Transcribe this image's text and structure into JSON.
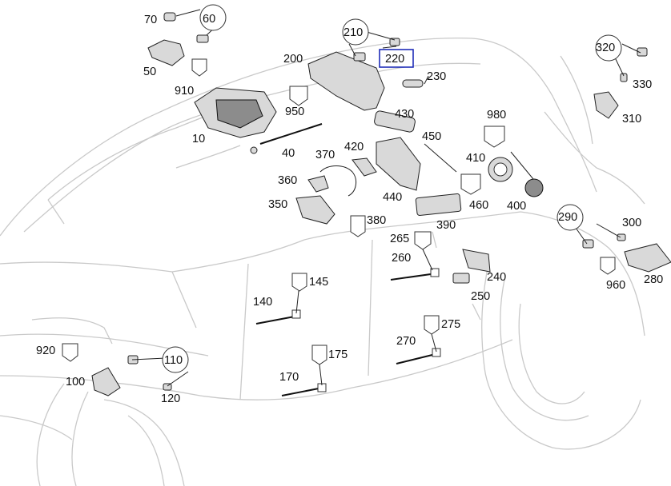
{
  "callouts": {
    "p10": "10",
    "p40": "40",
    "p50": "50",
    "p60": "60",
    "p70": "70",
    "p100": "100",
    "p110": "110",
    "p120": "120",
    "p140": "140",
    "p145": "145",
    "p170": "170",
    "p175": "175",
    "p200": "200",
    "p210": "210",
    "p220": "220",
    "p230": "230",
    "p240": "240",
    "p250": "250",
    "p260": "260",
    "p265": "265",
    "p270": "270",
    "p275": "275",
    "p280": "280",
    "p290": "290",
    "p300": "300",
    "p310": "310",
    "p320": "320",
    "p330": "330",
    "p350": "350",
    "p360": "360",
    "p370": "370",
    "p380": "380",
    "p390": "390",
    "p400": "400",
    "p410": "410",
    "p420": "420",
    "p430": "430",
    "p440": "440",
    "p450": "450",
    "p460": "460",
    "p910": "910",
    "p920": "920",
    "p950": "950",
    "p960": "960",
    "p980": "980"
  },
  "colors": {
    "highlight": "#1f2db8",
    "outline": "#c9c9c9",
    "ink": "#111111"
  }
}
